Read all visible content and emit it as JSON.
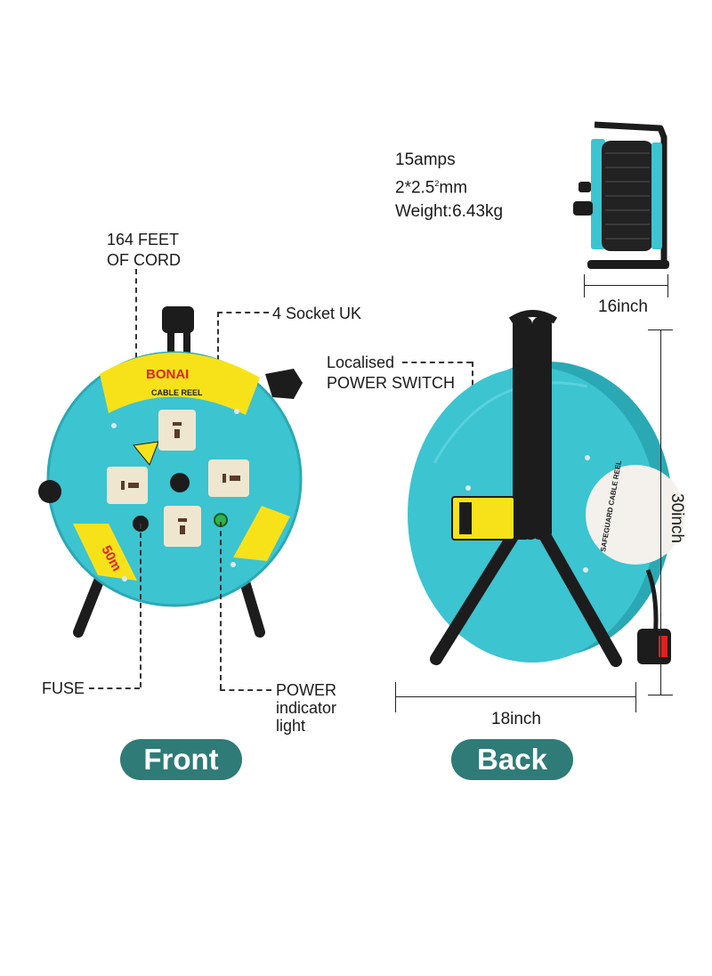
{
  "specs": {
    "line1": "15amps",
    "line2": "2*2.5",
    "line2_sup": "2",
    "line2_unit": "mm",
    "line3": "Weight:6.43kg"
  },
  "callouts": {
    "cord": [
      "164 FEET",
      "OF CORD"
    ],
    "socket": "4 Socket UK",
    "fuse": "FUSE",
    "power_light": [
      "POWER",
      "indicator",
      "light"
    ],
    "switch": [
      "Localised",
      "POWER SWITCH"
    ]
  },
  "dimensions": {
    "depth": "16inch",
    "height": "30inch",
    "width": "18inch"
  },
  "views": {
    "front": "Front",
    "back": "Back"
  },
  "product_text": {
    "brand": "BONAI",
    "reel_label": "CABLE REEL",
    "length": "50m",
    "sticker": "SAFEGUARD CABLE REEL"
  },
  "colors": {
    "reel": "#3cc4d0",
    "reel_dark": "#2aa9b5",
    "label_yellow": "#f7e21a",
    "pill": "#2e7b78",
    "frame": "#1c1c1c",
    "socket": "#efe6cf"
  }
}
